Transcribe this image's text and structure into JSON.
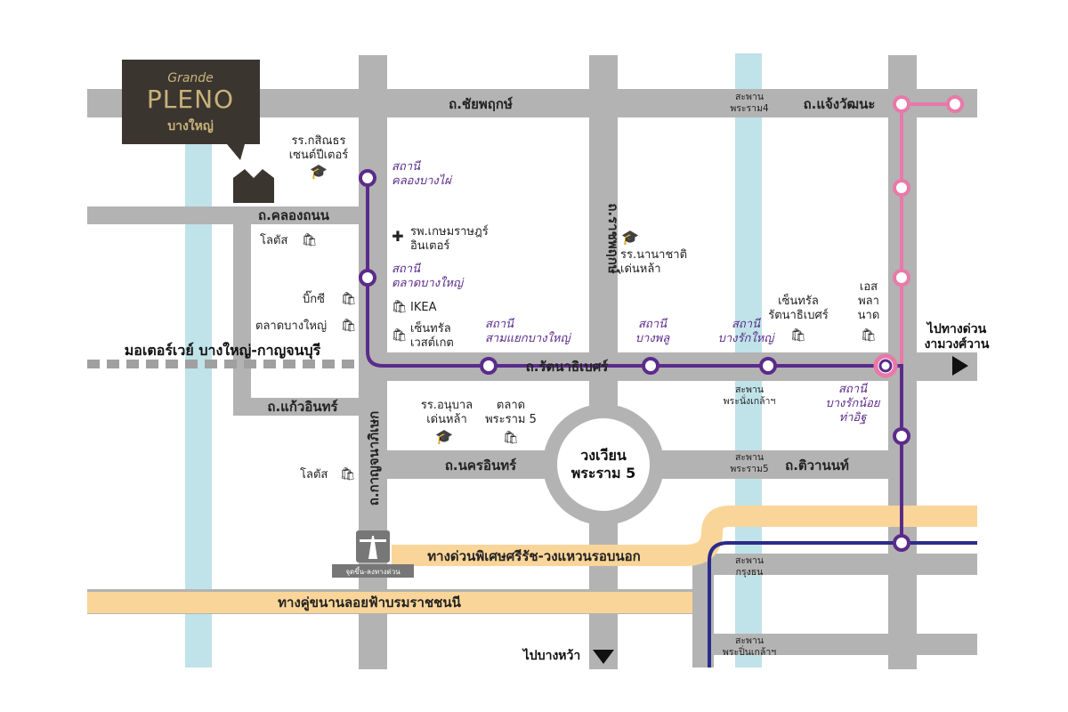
{
  "logo": {
    "brand_script": "Grande",
    "brand_name": "PLENO",
    "location": "บางใหญ่"
  },
  "roads": {
    "chaiyaphruek": "ถ.ชัยพฤกษ์",
    "chaeng_watthana": "ถ.แจ้งวัฒนะ",
    "khlong_thanon": "ถ.คลองถนน",
    "ratchaphruek": "ถ.ราชพฤกษ์",
    "motorway": "มอเตอร์เวย์ บางใหญ่-กาญจนบุรี",
    "rattanathibet": "ถ.รัตนาธิเบศร์",
    "kaeo_in": "ถ.แก้วอินทร์",
    "kanchanaphisek": "ถ.กาญจนาภิเษก",
    "nakhon_in": "ถ.นครอินทร์",
    "tiwanon": "ถ.ติวานนท์",
    "expressway_si_rat": "ทางด่วนพิเศษศรีรัช-วงแหวนรอบนอก",
    "parallel_road": "ทางคู่ขนานลอยฟ้าบรมราชชนนี",
    "roundabout": "วงเวียน",
    "roundabout_sub": "พระราม 5"
  },
  "directions": {
    "to_ngam_wong_wan_line1": "ไปทางด่วน",
    "to_ngam_wong_wan_line2": "งามวงศ์วาน",
    "to_bang_wa": "ไปบางหว้า",
    "expressway_entrance": "จุดขึ้น-ลงทางด่วน"
  },
  "pois": {
    "kasintorn_line1": "รร.กสิณธร",
    "kasintorn_line2": "เซนต์ปีเตอร์",
    "kasemrad_line1": "รพ.เกษมราษฎร์",
    "kasemrad_line2": "อินเตอร์",
    "nanachat_line1": "รร.นานาชาติ",
    "nanachat_line2": "เด่นหล้า",
    "lotus_1": "โลตัส",
    "big_c": "บิ๊กซี",
    "talad_bangyai": "ตลาดบางใหญ่",
    "ikea": "IKEA",
    "central_west_line1": "เซ็นทรัล",
    "central_west_line2": "เวสต์เกต",
    "central_rattana_line1": "เซ็นทรัล",
    "central_rattana_line2": "รัตนาธิเบศร์",
    "esplanade_line1": "เอส",
    "esplanade_line2": "พลา",
    "esplanade_line3": "นาด",
    "anuban_line1": "รร.อนุบาล",
    "anuban_line2": "เด่นหล้า",
    "talad_rama5_line1": "ตลาด",
    "talad_rama5_line2": "พระราม 5",
    "lotus_2": "โลตัส"
  },
  "stations": {
    "khlong_bang_phai_l1": "สถานี",
    "khlong_bang_phai_l2": "คลองบางไผ่",
    "talad_bang_yai_l1": "สถานี",
    "talad_bang_yai_l2": "ตลาดบางใหญ่",
    "sam_yaek_l1": "สถานี",
    "sam_yaek_l2": "สามแยกบางใหญ่",
    "bang_phlu_l1": "สถานี",
    "bang_phlu_l2": "บางพลู",
    "bang_rak_yai_l1": "สถานี",
    "bang_rak_yai_l2": "บางรักใหญ่",
    "bang_rak_noi_l1": "สถานี",
    "bang_rak_noi_l2": "บางรักน้อย",
    "bang_rak_noi_l3": "ท่าอิฐ"
  },
  "bridges": {
    "rama4_l1": "สะพาน",
    "rama4_l2": "พระราม4",
    "nonthaburi_l1": "สะพาน",
    "nonthaburi_l2": "พระนั่งเกล้าฯ",
    "rama5_l1": "สะพาน",
    "rama5_l2": "พระราม5",
    "krungthon_l1": "สะพาน",
    "krungthon_l2": "กรุงธน",
    "pinklao_l1": "สะพาน",
    "pinklao_l2": "พระปิ่นเกล้าฯ"
  },
  "colors": {
    "road": "#b3b3b3",
    "river": "#bfe3e8",
    "purple_line": "#5b2b8a",
    "pink_line": "#e879a9",
    "blue_line": "#2b2b8a",
    "expressway": "#fad599",
    "logo_bg": "#3b3530",
    "logo_gold": "#c9b27a"
  }
}
